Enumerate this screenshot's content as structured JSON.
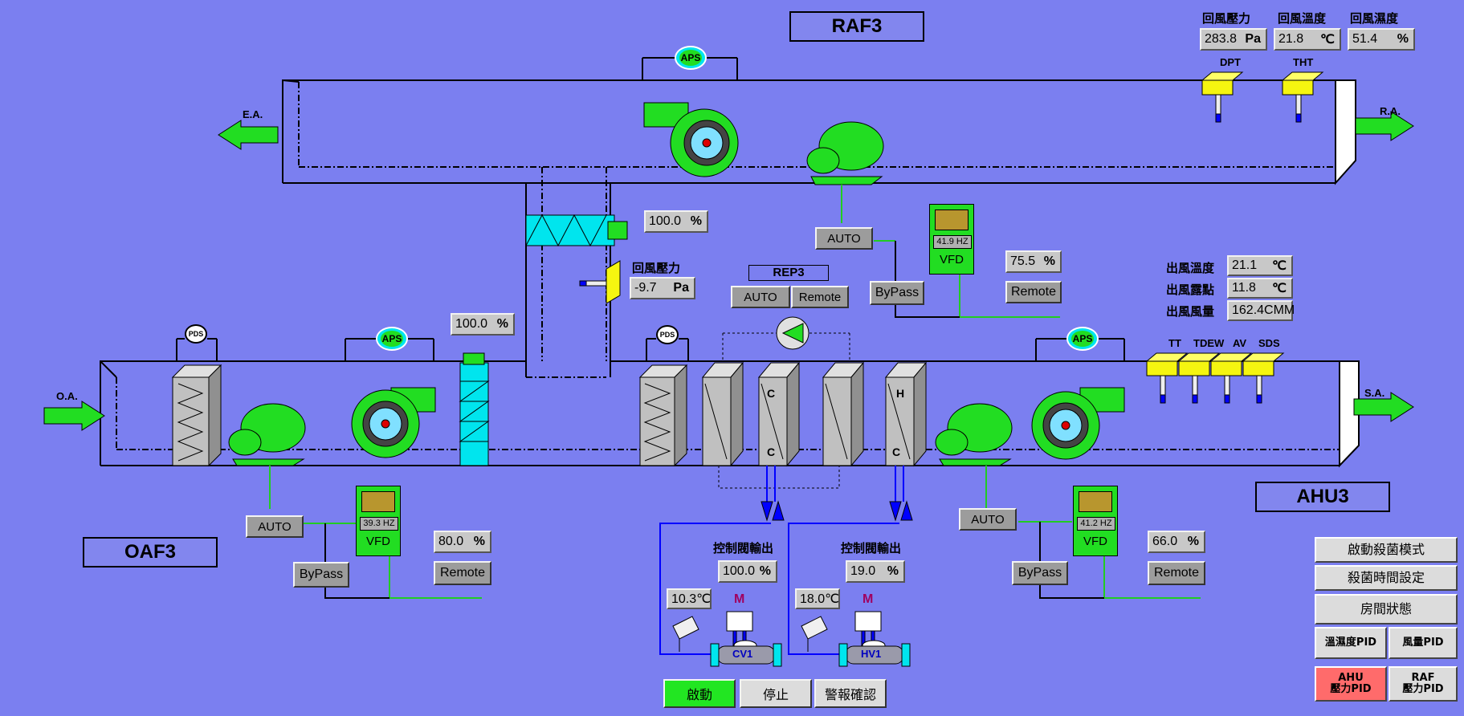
{
  "titles": {
    "raf": "RAF3",
    "oaf": "OAF3",
    "ahu": "AHU3"
  },
  "flows": {
    "ea": "E.A.",
    "ra": "R.A.",
    "oa": "O.A.",
    "sa": "S.A."
  },
  "top_readouts": [
    {
      "label": "回風壓力",
      "value": "283.8",
      "unit": "Pa"
    },
    {
      "label": "回風溫度",
      "value": "21.8",
      "unit": "℃"
    },
    {
      "label": "回風濕度",
      "value": "51.4",
      "unit": "%"
    }
  ],
  "sensor_tags": {
    "dpt": "DPT",
    "tht": "THT",
    "tt": "TT",
    "tdew": "TDEW",
    "av": "AV",
    "sds": "SDS"
  },
  "aps_label": "APS",
  "pds_label": "PDS",
  "damper_top": {
    "value": "100.0",
    "unit": "%"
  },
  "damper_mid": {
    "value": "100.0",
    "unit": "%"
  },
  "return_pressure": {
    "label": "回風壓力",
    "value": "-9.7",
    "unit": "Pa"
  },
  "rep3": {
    "label": "REP3",
    "auto": "AUTO",
    "remote": "Remote"
  },
  "raf_vfd": {
    "hz": "41.9 HZ",
    "name": "VFD",
    "auto": "AUTO",
    "bypass": "ByPass",
    "pct": "75.5",
    "unit": "%",
    "remote": "Remote"
  },
  "oaf_vfd": {
    "hz": "39.3 HZ",
    "name": "VFD",
    "auto": "AUTO",
    "bypass": "ByPass",
    "pct": "80.0",
    "unit": "%",
    "remote": "Remote"
  },
  "ahu_vfd": {
    "hz": "41.2 HZ",
    "name": "VFD",
    "auto": "AUTO",
    "bypass": "ByPass",
    "pct": "66.0",
    "unit": "%",
    "remote": "Remote"
  },
  "supply_readouts": [
    {
      "label": "出風溫度",
      "value": "21.1",
      "unit": "℃"
    },
    {
      "label": "出風露點",
      "value": "11.8",
      "unit": "℃"
    },
    {
      "label": "出風風量",
      "value": "162.4CMM",
      "unit": ""
    }
  ],
  "coils": {
    "c": "C",
    "h": "H"
  },
  "cv1": {
    "label": "控制閥輸出",
    "value": "100.0",
    "unit": "%",
    "temp": "10.3℃",
    "motor": "M",
    "name": "CV1"
  },
  "hv1": {
    "label": "控制閥輸出",
    "value": "19.0",
    "unit": "%",
    "temp": "18.0℃",
    "motor": "M",
    "name": "HV1"
  },
  "bottom_buttons": {
    "start": "啟動",
    "stop": "停止",
    "alarm_ack": "警報確認"
  },
  "side_menu": {
    "sterilize_mode": "啟動殺菌模式",
    "sterilize_time": "殺菌時間設定",
    "room_status": "房間狀態",
    "th_pid": "溫濕度PID",
    "air_pid": "風量PID",
    "ahu_pid_1": "AHU",
    "ahu_pid_2": "壓力PID",
    "raf_pid_1": "RAF",
    "raf_pid_2": "壓力PID"
  },
  "colors": {
    "background": "#7b7ff0",
    "equipment_green": "#22dd22",
    "duct_line": "#000000",
    "sensor_yellow": "#f5f510",
    "cyan": "#00e5ee"
  }
}
